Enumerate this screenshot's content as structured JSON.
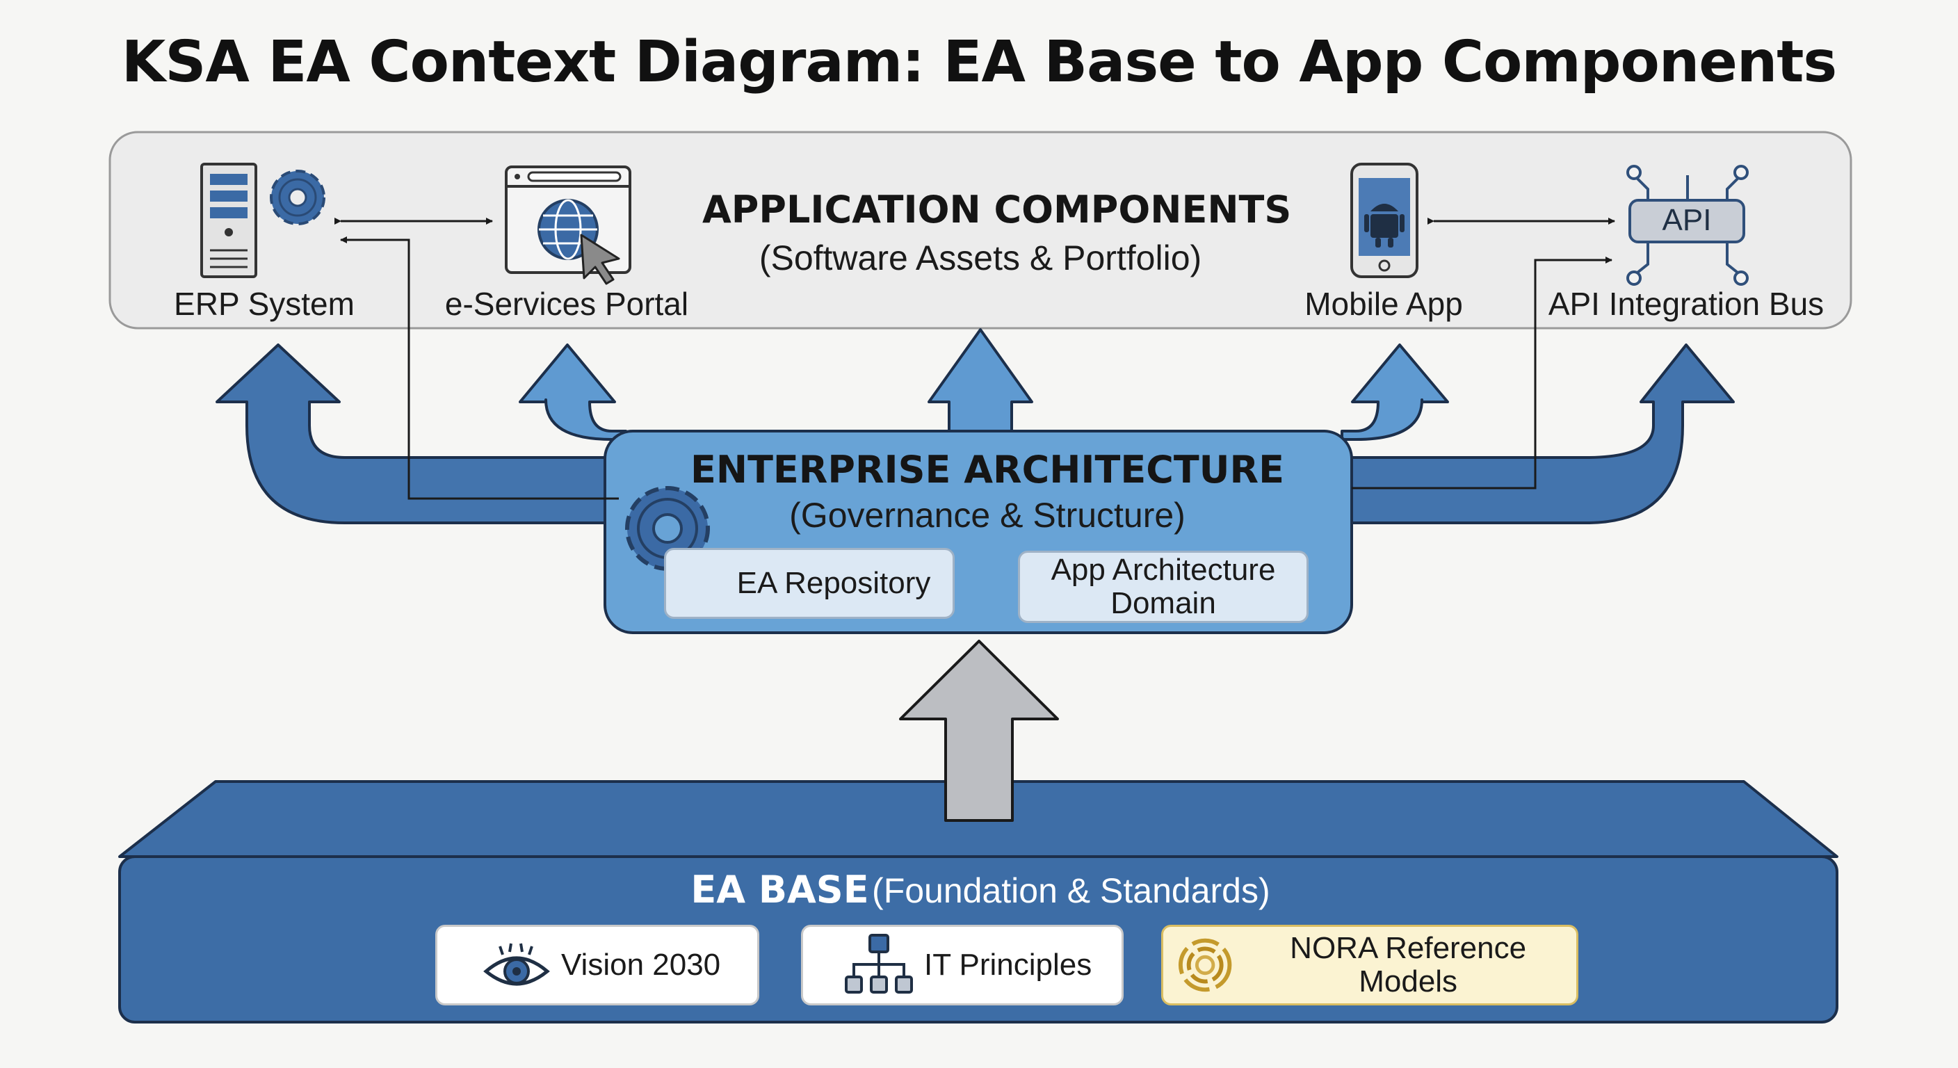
{
  "title": "KSA EA Context Diagram: EA Base to App Components",
  "application_components": {
    "title": "APPLICATION COMPONENTS",
    "subtitle": "(Software Assets & Portfolio)",
    "items": [
      {
        "label": "ERP System",
        "icon": "erp-server-gear-icon"
      },
      {
        "label": "e-Services Portal",
        "icon": "browser-globe-cursor-icon"
      },
      {
        "label": "Mobile App",
        "icon": "android-phone-icon"
      },
      {
        "label": "API Integration Bus",
        "icon": "api-circuit-icon",
        "icon_text": "API"
      }
    ]
  },
  "enterprise_architecture": {
    "title": "ENTERPRISE ARCHITECTURE",
    "subtitle": "(Governance & Structure)",
    "repository": "EA Repository",
    "domain": "App Architecture Domain"
  },
  "ea_base": {
    "title": "EA BASE",
    "subtitle": "(Foundation & Standards)",
    "items": [
      {
        "label": "Vision 2030",
        "icon": "eye-icon"
      },
      {
        "label": "IT Principles",
        "icon": "hierarchy-icon"
      },
      {
        "label": "NORA Reference Models",
        "icon": "gold-swirl-logo-icon"
      }
    ]
  },
  "colors": {
    "arrow_blue": "#4374ad",
    "arrow_light_blue": "#5f9ad1",
    "ea_box": "#68a3d6",
    "base_top": "#3e6ea7",
    "base_front": "#3d6da6",
    "gray_arrow": "#bcbec2",
    "app_panel": "#ececec"
  }
}
